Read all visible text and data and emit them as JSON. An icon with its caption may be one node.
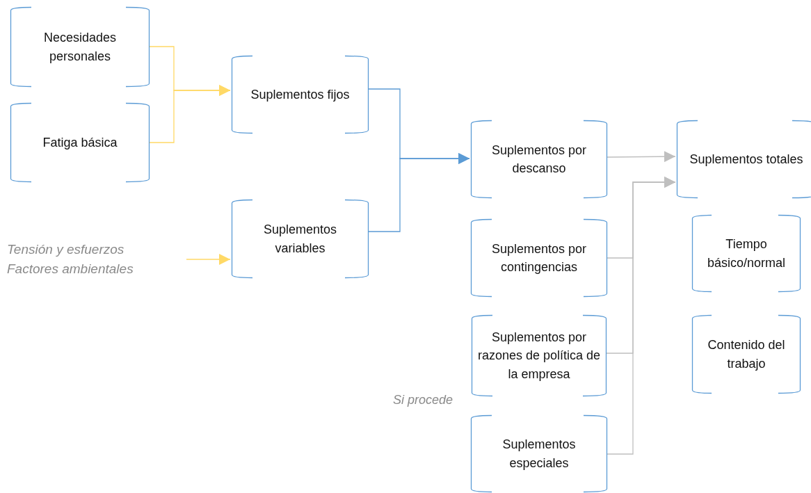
{
  "diagram": {
    "nodes": [
      {
        "text": [
          "Necesidades personales"
        ]
      },
      {
        "text": [
          "Fatiga básica"
        ]
      },
      {
        "text": [
          "Suplementos fijos"
        ]
      },
      {
        "text": [
          "Suplementos variables"
        ]
      },
      {
        "text": [
          "Tensión y esfuerzos",
          "Factores ambientales"
        ]
      },
      {
        "text": [
          "Suplementos por descanso"
        ]
      },
      {
        "text": [
          "Suplementos por contingencias"
        ]
      },
      {
        "text": [
          "Suplementos por razones de política de la empresa"
        ]
      },
      {
        "text": [
          "Suplementos especiales"
        ]
      },
      {
        "text": [
          "Suplementos totales"
        ]
      },
      {
        "text": [
          "Tiempo básico/normal"
        ]
      },
      {
        "text": [
          "Contenido del trabajo"
        ]
      }
    ],
    "edges": [
      {
        "from": 0,
        "to": 2,
        "arrow": "to",
        "color": "#ffd966"
      },
      {
        "from": 1,
        "to": 2,
        "arrow": "to",
        "color": "#ffd966"
      },
      {
        "from": 4,
        "to": 3,
        "arrow": "to",
        "color": "#ffd966"
      },
      {
        "from": 2,
        "to": 5,
        "arrow": "to",
        "color": "#5b9bd5"
      },
      {
        "from": 3,
        "to": 5,
        "arrow": "to",
        "color": "#5b9bd5"
      },
      {
        "from": 5,
        "to": 9,
        "arrow": "to"
      },
      {
        "from": 6,
        "to": 9,
        "arrow": "to"
      },
      {
        "from": 7,
        "to": 9,
        "arrow": "to"
      },
      {
        "from": 8,
        "to": 9,
        "arrow": "to"
      }
    ],
    "labels": [
      "Si procede"
    ]
  }
}
